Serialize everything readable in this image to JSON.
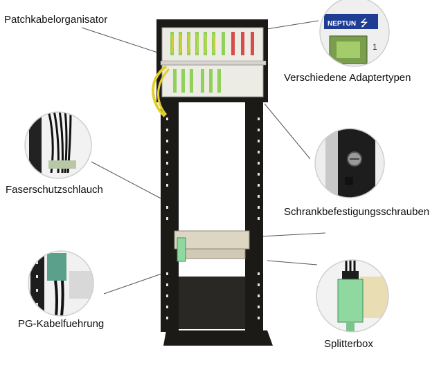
{
  "labels": {
    "patch_organizer": "Patchkabelorganisator",
    "adapter_types": "Verschiedene Adaptertypen",
    "fiber_hose": "Faserschutzschlauch",
    "cabinet_screws": "Schrankbefestigungsschrauben",
    "pg_cable_guide": "PG-Kabelfuehrung",
    "splitter_box": "Splitterbox"
  },
  "adapter_plate": {
    "brand": "NEPTUN",
    "number": "1"
  },
  "colors": {
    "rack_frame": "#1c1a17",
    "panel_body": "#ecebe4",
    "adapter_green": "#8fd15a",
    "fiber_yellow": "#e2cf2a",
    "adapter_red": "#d94b4b",
    "splitter_green": "#8fd9a1",
    "neptun_blue": "#1f3e93"
  }
}
